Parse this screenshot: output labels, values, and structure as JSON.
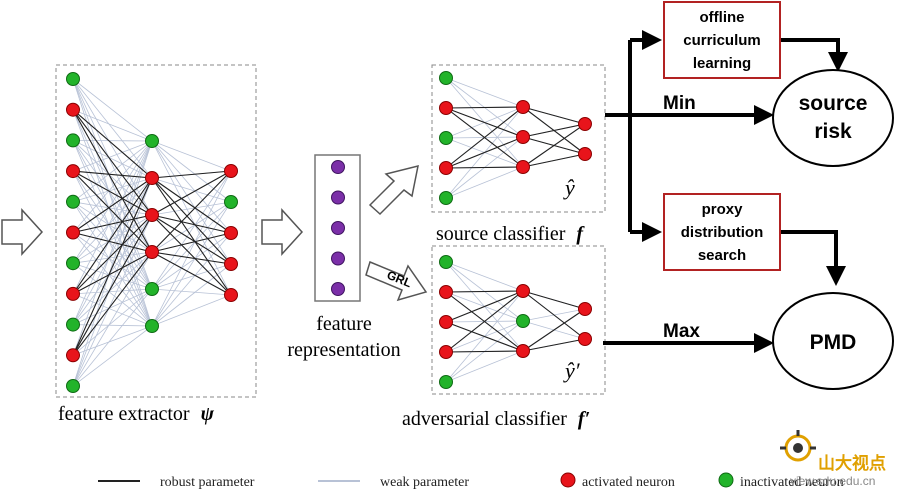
{
  "labels": {
    "feature_extractor": "feature extractor",
    "feature_extractor_symbol": "ψ",
    "feature_representation_line1": "feature",
    "feature_representation_line2": "representation",
    "source_classifier": "source classifier",
    "source_classifier_symbol": "f",
    "adversarial_classifier": "adversarial classifier",
    "adversarial_classifier_symbol": "f′",
    "y_hat": "ŷ",
    "y_hat_prime": "ŷ′",
    "grl": "GRL",
    "min": "Min",
    "max": "Max"
  },
  "boxes": {
    "offline": [
      "offline",
      "curriculum",
      "learning"
    ],
    "proxy": [
      "proxy",
      "distribution",
      "search"
    ]
  },
  "ellipses": {
    "source_risk": [
      "source",
      "risk"
    ],
    "pmd": [
      "PMD"
    ]
  },
  "legend": {
    "robust": "robust parameter",
    "weak": "weak parameter",
    "activated": "activated neuron",
    "inactivated": "inactivated neuron"
  },
  "watermark": {
    "cn": "山大视点",
    "url": "view.sdu.edu.cn"
  },
  "colors": {
    "activated": "#e8141b",
    "inactivated": "#22b32a",
    "feature": "#7b2fa8",
    "box_border": "#b22222",
    "robust_line": "#222222",
    "weak_line": "#b8c2d6"
  },
  "networks": {
    "extractor": {
      "layers": [
        [
          "in",
          "act",
          "in",
          "act",
          "in",
          "act",
          "in",
          "act",
          "in",
          "act",
          "in"
        ],
        [
          "in",
          "act",
          "act",
          "act",
          "in",
          "in"
        ],
        [
          "act",
          "in",
          "act",
          "act",
          "act"
        ]
      ]
    },
    "source": {
      "layers": [
        [
          "in",
          "act",
          "in",
          "act",
          "in"
        ],
        [
          "act",
          "act",
          "act"
        ],
        [
          "act",
          "act"
        ]
      ]
    },
    "adversarial": {
      "layers": [
        [
          "in",
          "act",
          "act",
          "act",
          "in"
        ],
        [
          "act",
          "in",
          "act"
        ],
        [
          "act",
          "act"
        ]
      ]
    }
  }
}
